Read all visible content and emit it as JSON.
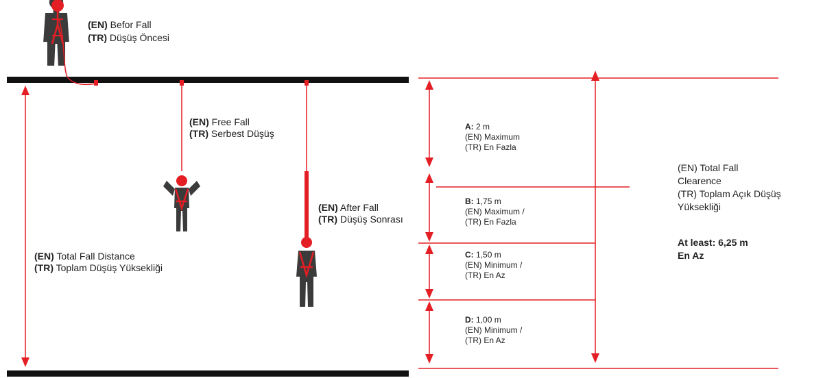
{
  "colors": {
    "red": "#e31e24",
    "black": "#111111",
    "figure": "#3b3b3b"
  },
  "icons": [
    "person-harness-icon"
  ],
  "before_fall": {
    "en_tag": "(EN)",
    "en_text": "Befor Fall",
    "tr_tag": "(TR)",
    "tr_text": "Düşüş Öncesi"
  },
  "free_fall": {
    "en_tag": "(EN)",
    "en_text": "Free Fall",
    "tr_tag": "(TR)",
    "tr_text": "Serbest Düşüş"
  },
  "after_fall": {
    "en_tag": "(EN)",
    "en_text": "After Fall",
    "tr_tag": "(TR)",
    "tr_text": "Düşüş Sonrası"
  },
  "total_fall_distance": {
    "en_tag": "(EN)",
    "en_text": "Total Fall Distance",
    "tr_tag": "(TR)",
    "tr_text": "Toplam Düşüş Yüksekliği"
  },
  "segments": [
    {
      "key": "A:",
      "value": "2 m",
      "en": "(EN) Maximum",
      "tr": "(TR) En Fazla"
    },
    {
      "key": "B:",
      "value": "1,75 m",
      "en": "(EN) Maximum /",
      "tr": "(TR) En Fazla"
    },
    {
      "key": "C:",
      "value": "1,50 m",
      "en": "(EN) Minimum /",
      "tr": "(TR) En Az"
    },
    {
      "key": "D:",
      "value": "1,00 m",
      "en": "(EN) Minimum /",
      "tr": "(TR) En Az"
    }
  ],
  "total_clearance": {
    "en": "(EN) Total Fall",
    "en2": "Clearence",
    "tr": "(TR) Toplam Açık Düşüş",
    "tr2": "Yüksekliği",
    "at_least": "At least: 6,25 m",
    "en_az": "En Az"
  }
}
